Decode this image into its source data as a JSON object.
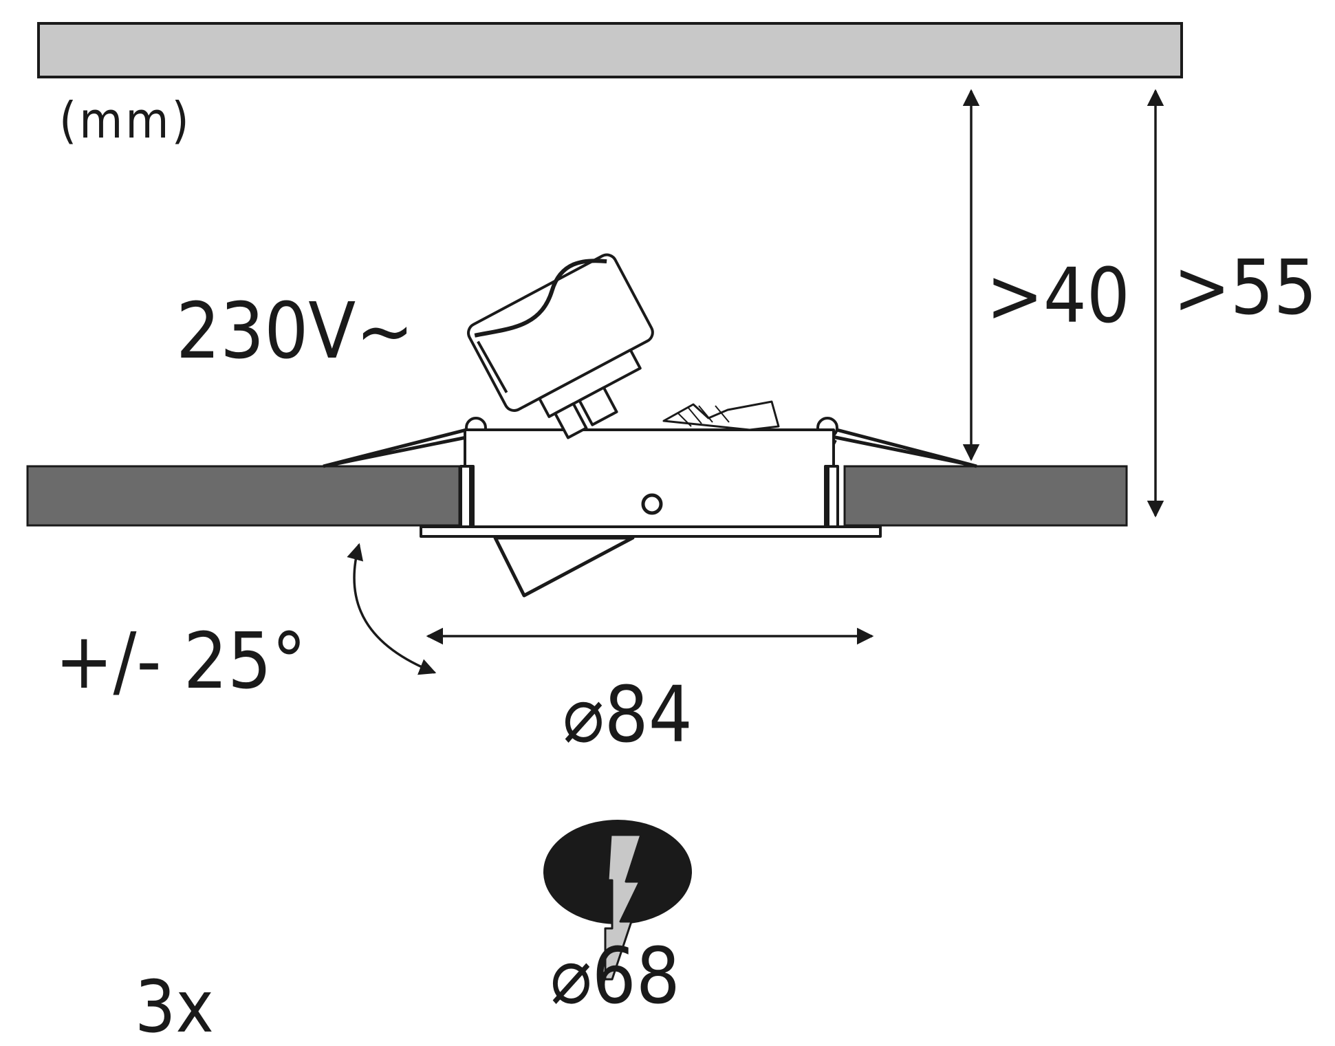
{
  "units": "(mm)",
  "voltage": "230V~",
  "depth_min": ">40",
  "depth_max": ">55",
  "tilt": "+/- 25°",
  "diameter_outer": "⌀84",
  "diameter_cutout": "⌀68",
  "quantity": "3x",
  "colors": {
    "ink": "#1a1a1a",
    "ceiling_fill": "#c8c8c8",
    "panel_fill": "#6b6b6b",
    "bolt_fill": "#c8c8c8"
  },
  "icons": [
    "ceiling-slab",
    "ceiling-panel",
    "spotlight-fixture",
    "cutout-hole-symbol",
    "lightning-bolt-icon"
  ]
}
